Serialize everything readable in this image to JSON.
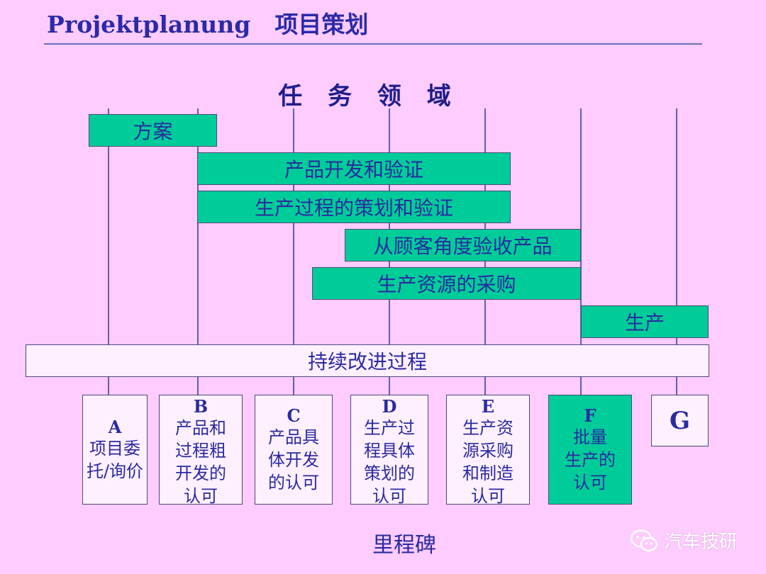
{
  "header": {
    "title_latin": "Projektplanung",
    "title_cn": "项目策划"
  },
  "diagram": {
    "heading": "任 务 领 域",
    "bars": [
      "方案",
      "产品开发和验证",
      "生产过程的策划和验证",
      "从顾客角度验收产品",
      "生产资源的采购",
      "生产"
    ],
    "continuous": "持续改进过程",
    "milestones": [
      {
        "letter": "A",
        "lines": [
          "项目委",
          "托/询价"
        ]
      },
      {
        "letter": "B",
        "lines": [
          "产品和",
          "过程粗",
          "开发的",
          "认可"
        ]
      },
      {
        "letter": "C",
        "lines": [
          "产品具",
          "体开发",
          "的认可"
        ]
      },
      {
        "letter": "D",
        "lines": [
          "生产过",
          "程具体",
          "策划的",
          "认可"
        ]
      },
      {
        "letter": "E",
        "lines": [
          "生产资",
          "源采购",
          "和制造",
          "认可"
        ]
      },
      {
        "letter": "F",
        "lines": [
          "批量",
          "生产的",
          "认可"
        ]
      },
      {
        "letter": "G",
        "lines": []
      }
    ],
    "footer": "里程碑"
  },
  "watermark": {
    "text": "汽车技研",
    "icon": "wechat-icon"
  },
  "colors": {
    "background": "#ffccff",
    "bar": "#00cc99",
    "text": "#2a2aa0",
    "box": "#fff0ff"
  }
}
